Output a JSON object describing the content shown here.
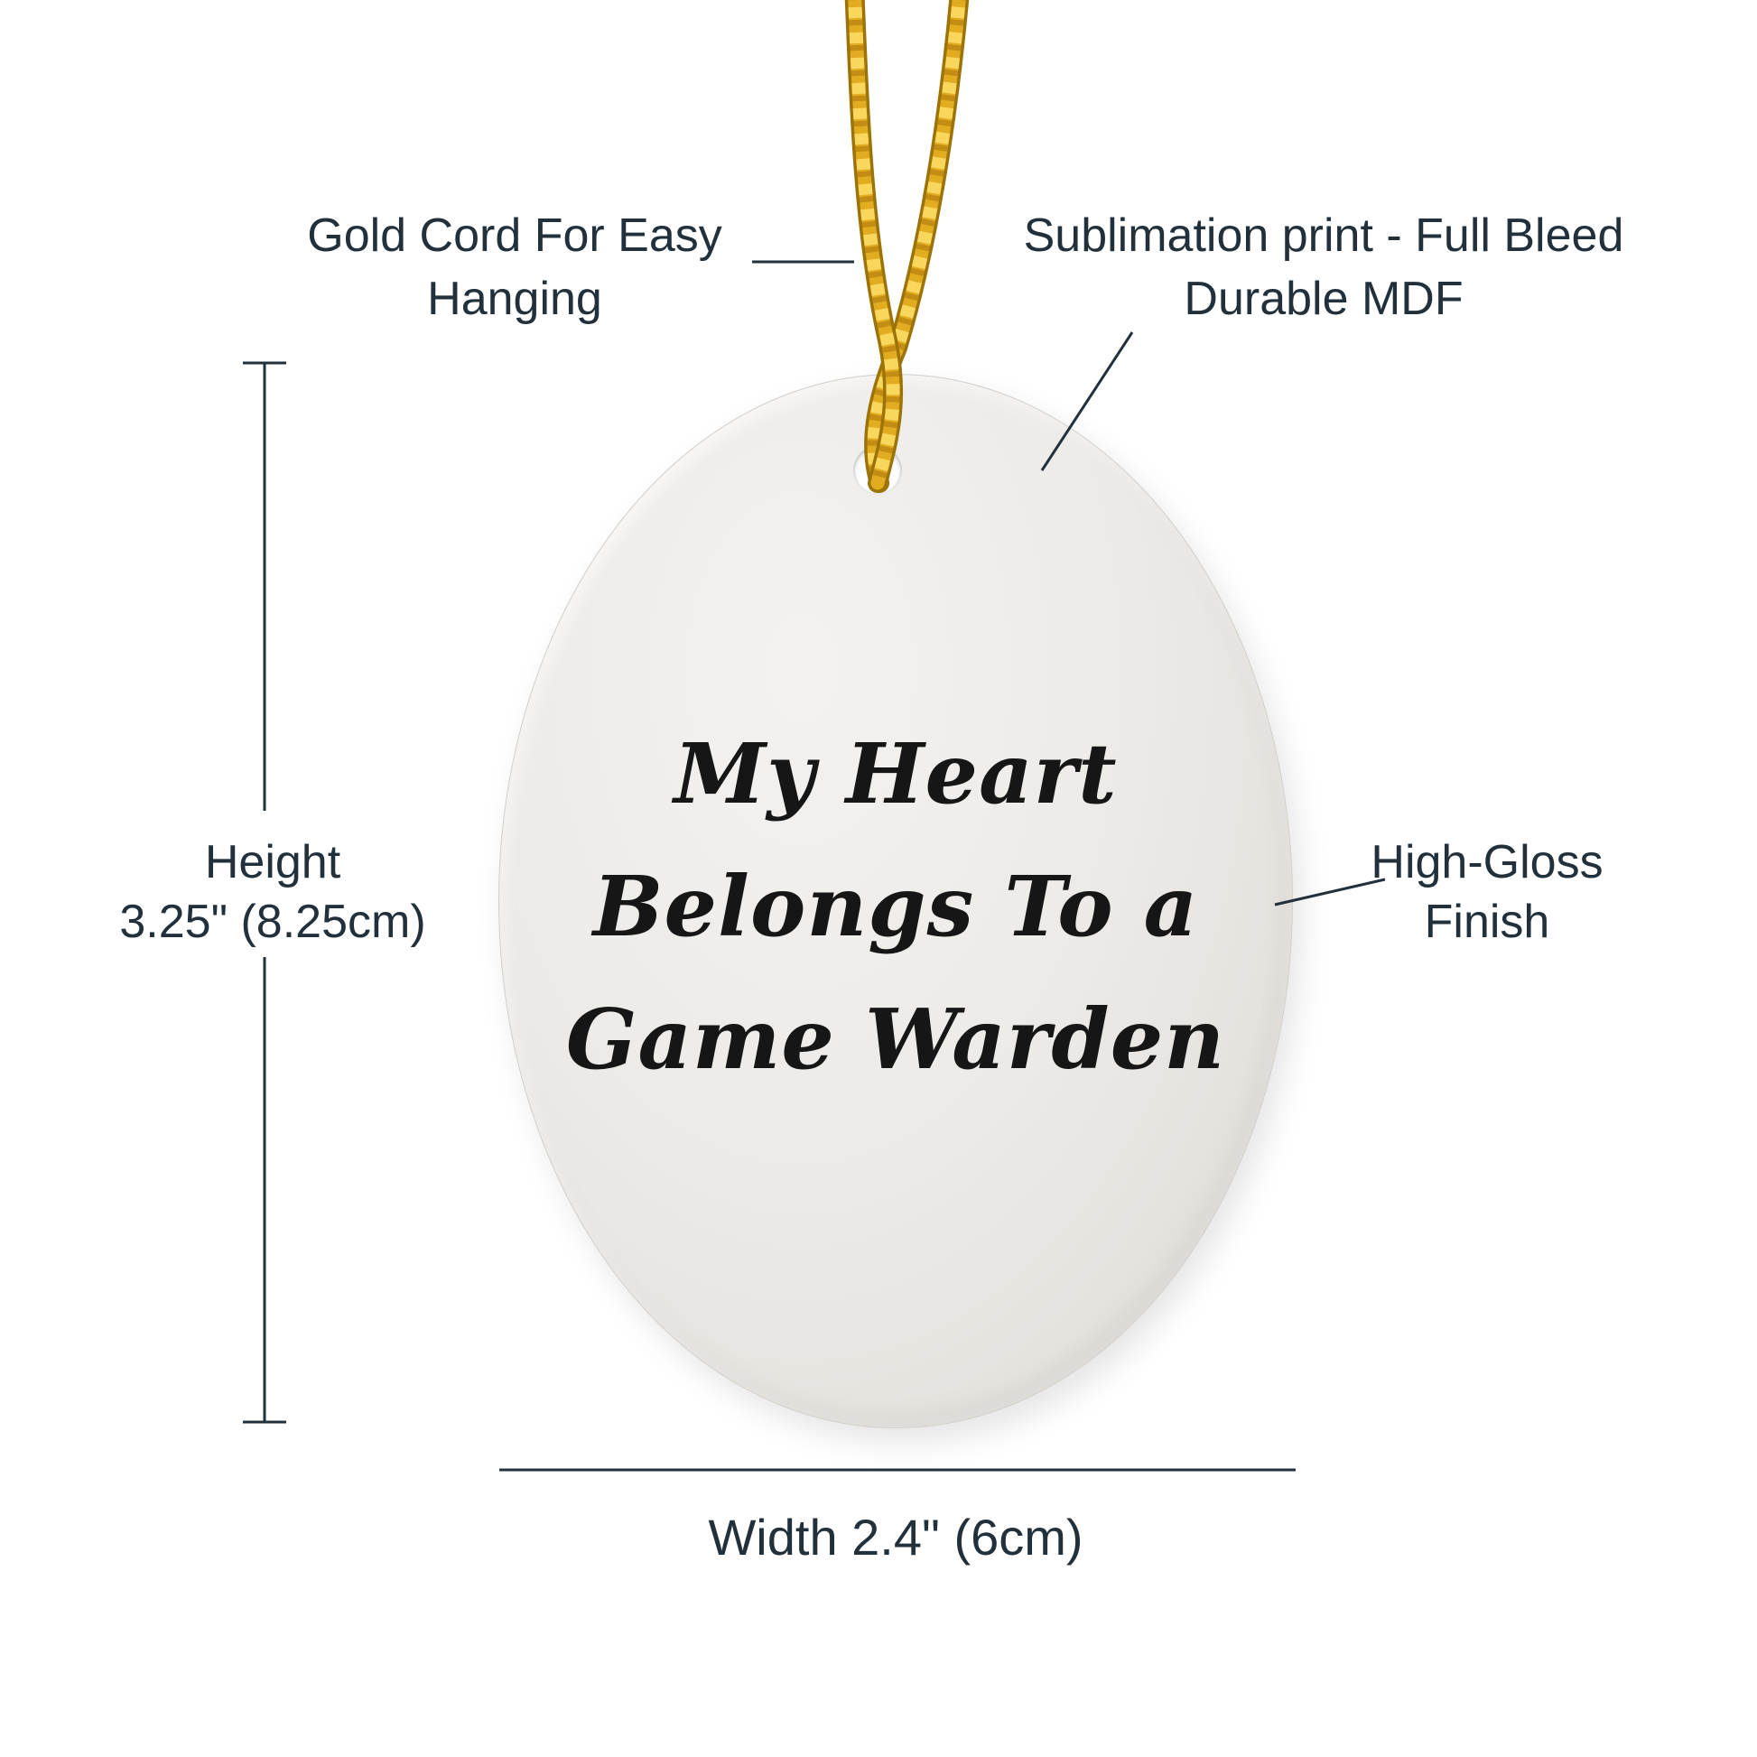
{
  "product": {
    "ornament_text_line1": "My Heart",
    "ornament_text_line2": "Belongs To a",
    "ornament_text_line3": "Game Warden"
  },
  "annotations": {
    "cord": {
      "line1": "Gold Cord For Easy",
      "line2": "Hanging"
    },
    "print": {
      "line1": "Sublimation print - Full Bleed",
      "line2": "Durable MDF"
    },
    "height": {
      "line1": "Height",
      "line2": "3.25\" (8.25cm)"
    },
    "finish": {
      "line1": "High-Gloss",
      "line2": "Finish"
    },
    "width": {
      "label": "Width 2.4\" (6cm)"
    }
  },
  "colors": {
    "label_text": "#22303c",
    "line_color": "#22303c",
    "cord_gold": "#e2ac21",
    "cord_outline": "#9c7308",
    "cord_light": "#f9d65c",
    "cord_dark": "#b07d0a",
    "ornament_text": "#161616",
    "ornament_fill": "#eceae7"
  }
}
